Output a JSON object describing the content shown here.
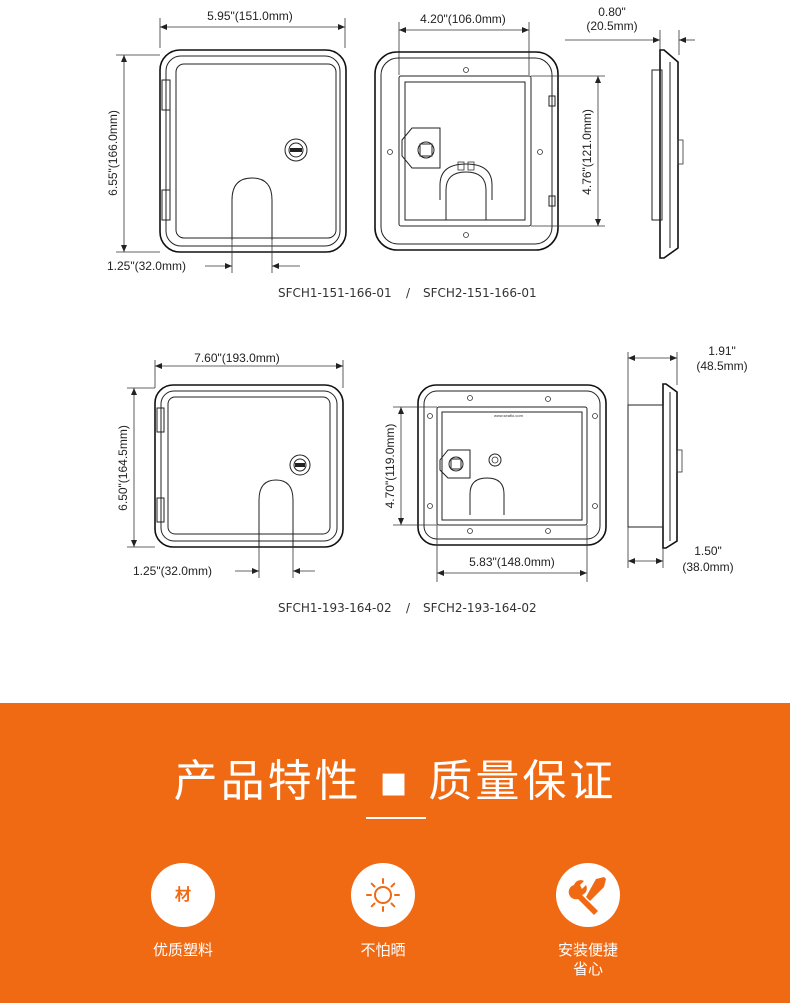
{
  "diagram_top": {
    "width_label": "5.95\"(151.0mm)",
    "height_label": "6.55\"(166.0mm)",
    "opening_label": "1.25\"(32.0mm)",
    "inner_width_label": "4.20\"(106.0mm)",
    "inner_height_label": "4.76\"(121.0mm)",
    "depth_label_line1": "0.80\"",
    "depth_label_line2": "(20.5mm)",
    "model_a": "SFCH1-151-166-01",
    "separator": "/",
    "model_b": "SFCH2-151-166-01"
  },
  "diagram_bottom": {
    "width_label": "7.60\"(193.0mm)",
    "height_label": "6.50\"(164.5mm)",
    "opening_label": "1.25\"(32.0mm)",
    "inner_width_label": "5.83\"(148.0mm)",
    "inner_height_label": "4.70\"(119.0mm)",
    "depth_label_line1": "1.91\"",
    "depth_label_line2": "(48.5mm)",
    "depth2_label_line1": "1.50\"",
    "depth2_label_line2": "(38.0mm)",
    "brand_mark": "www.seaflo.com",
    "model_a": "SFCH1-193-164-02",
    "separator": "/",
    "model_b": "SFCH2-193-164-02"
  },
  "banner": {
    "title": "产品特性 ▪ 质量保证",
    "accent_color": "#f06a14",
    "features": [
      {
        "icon_name": "material-icon",
        "icon_text": "材",
        "label": "优质塑料"
      },
      {
        "icon_name": "sun-icon",
        "icon_text": "",
        "label": "不怕晒"
      },
      {
        "icon_name": "tools-icon",
        "icon_text": "",
        "label": "安装便捷\n省心"
      }
    ]
  }
}
